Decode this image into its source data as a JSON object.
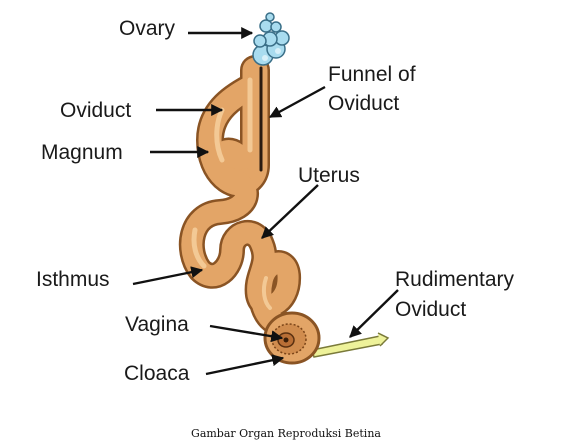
{
  "labels": {
    "ovary": "Ovary",
    "funnel_line1": "Funnel of",
    "funnel_line2": "Oviduct",
    "oviduct": "Oviduct",
    "magnum": "Magnum",
    "uterus": "Uterus",
    "isthmus": "Isthmus",
    "rudimentary_line1": "Rudimentary",
    "rudimentary_line2": "Oviduct",
    "vagina": "Vagina",
    "cloaca": "Cloaca"
  },
  "caption": "Gambar Organ Reproduksi Betina",
  "colors": {
    "tract_fill": "#e3a567",
    "tract_outline": "#8a5424",
    "tract_highlight": "#f3c995",
    "ovary_follicles": "#a9dcef",
    "rudimentary_oviduct": "#eef29a",
    "label_text": "#1a1a1a",
    "arrows": "#111111",
    "background": "#ffffff"
  }
}
